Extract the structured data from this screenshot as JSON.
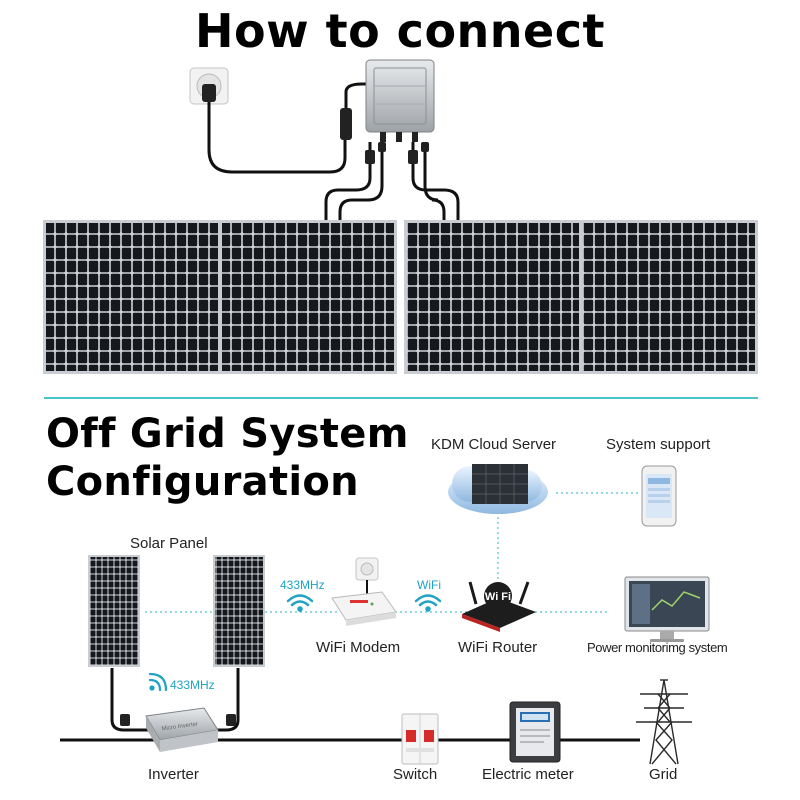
{
  "top": {
    "title": "How to connect"
  },
  "bottom": {
    "title_line1": "Off Grid System",
    "title_line2": "Configuration",
    "labels": {
      "cloud_server": "KDM Cloud Server",
      "system_support": "System support",
      "solar_panel": "Solar Panel",
      "wifi_modem": "WiFi Modem",
      "wifi_router": "WiFi Router",
      "power_monitoring": "Power monitorimg system",
      "inverter": "Inverter",
      "switch": "Switch",
      "electric_meter": "Electric meter",
      "grid": "Grid"
    },
    "signals": {
      "modem_link": "433MHz",
      "router_link": "WiFi",
      "inverter_link": "433MHz"
    }
  },
  "colors": {
    "accent_line": "#4cc3c6",
    "signal_blue": "#1fa3c4",
    "panel_cell": "#15181d",
    "panel_frame": "#c9ccd0"
  },
  "icons": [
    "wall-socket-icon",
    "micro-inverter-icon",
    "solar-panel-icon",
    "cloud-server-icon",
    "smartphone-icon",
    "wifi-modem-icon",
    "wifi-router-icon",
    "monitor-icon",
    "wifi-signal-icon",
    "circuit-breaker-icon",
    "electric-meter-icon",
    "transmission-tower-icon"
  ]
}
